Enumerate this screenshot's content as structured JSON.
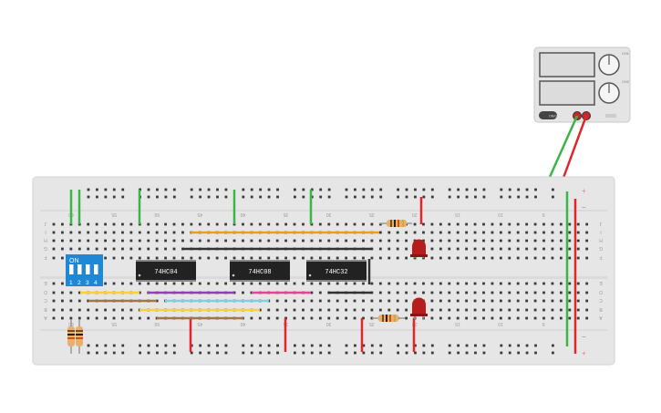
{
  "dip_switch": {
    "label": "ON",
    "positions": [
      "1",
      "2",
      "3",
      "4"
    ]
  },
  "chips": [
    "74HC04",
    "74HC08",
    "74HC32"
  ],
  "row_labels_left": [
    "J",
    "I",
    "H",
    "G",
    "F",
    "E",
    "D",
    "C",
    "B",
    "A"
  ],
  "row_labels_right": [
    "J",
    "I",
    "H",
    "G",
    "F",
    "E",
    "D",
    "C",
    "B",
    "A"
  ],
  "column_numbers_top": [
    "60",
    "55",
    "50",
    "45",
    "40",
    "35",
    "30",
    "25",
    "20",
    "15",
    "10",
    "5"
  ],
  "column_numbers_bottom": [
    "60",
    "55",
    "50",
    "45",
    "40",
    "35",
    "30",
    "25",
    "20",
    "15",
    "10",
    "5"
  ],
  "power_supply": {
    "knob_labels": [
      "CH1",
      "CH2"
    ],
    "button_label": "ON/OFF"
  },
  "colors": {
    "breadboard": "#e6e6e6",
    "dip_switch": "#1e88d6",
    "chip": "#222222",
    "wire_green": "#3bb54a",
    "wire_red": "#e0262a",
    "wire_orange": "#f39c12",
    "wire_black": "#333333",
    "wire_yellow": "#f7d23c",
    "wire_purple": "#8e44ad",
    "wire_pink": "#e84393",
    "wire_cyan": "#7fd1e0",
    "wire_brown": "#a0764a",
    "led": "#b71c1c"
  }
}
